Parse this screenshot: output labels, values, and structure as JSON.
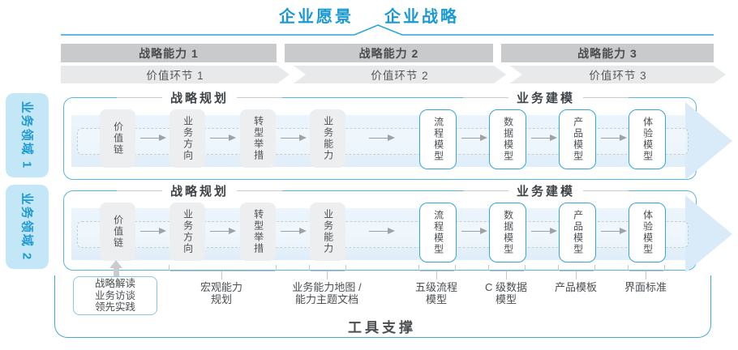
{
  "header": {
    "vision": "企业愿景",
    "strategy": "企业战略"
  },
  "capability_bars": [
    "战略能力 1",
    "战略能力 2",
    "战略能力 3"
  ],
  "value_links": [
    "价值环节 1",
    "价值环节 2",
    "价值环节 3"
  ],
  "domains": [
    "业务领域 1",
    "业务领域 2"
  ],
  "pipeline": {
    "planning_title": "战略规划",
    "modeling_title": "业务建模",
    "stages": [
      "价值链",
      "业务方向",
      "转型举措",
      "业务能力",
      "流程模型",
      "数据模型",
      "产品模型",
      "体验模型"
    ]
  },
  "practice_box": {
    "lines": [
      "战略解读",
      "业务访谈",
      "领先实践"
    ]
  },
  "notes": [
    {
      "l1": "宏观能力",
      "l2": "规划"
    },
    {
      "l1": "业务能力地图 /",
      "l2": "能力主题文档"
    },
    {
      "l1": "五级流程",
      "l2": "模型"
    },
    {
      "l1": "C 级数据",
      "l2": "模型"
    },
    {
      "l1": "产品模板",
      "l2": ""
    },
    {
      "l1": "界面标准",
      "l2": ""
    }
  ],
  "footer": {
    "label": "工具支撑"
  },
  "colors": {
    "accent_blue": "#1899D6",
    "panel_border": "#57B5E3",
    "bar_gray": "#C9CACC",
    "chevron_gray": "#E8E9EA",
    "band_fill": "#E4F1FB",
    "arrowhead_fill": "#D9EBF8",
    "box_gray": "#EDEEEF",
    "text_dark": "#4B4F52"
  }
}
